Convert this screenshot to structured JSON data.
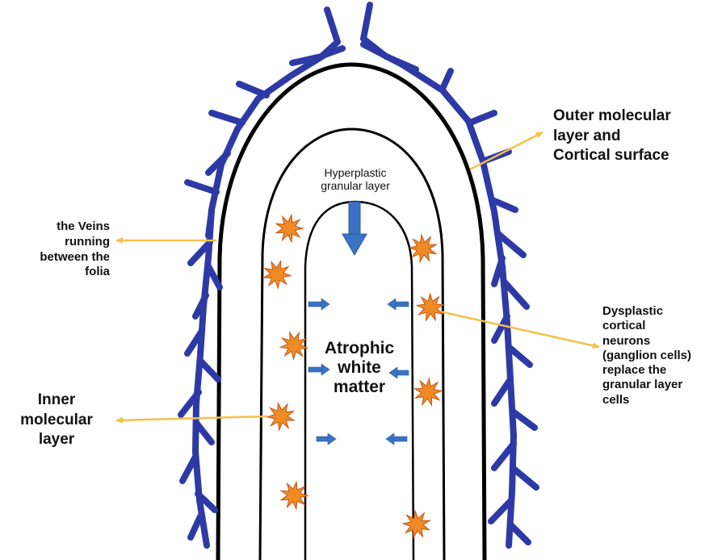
{
  "labels": {
    "outer_molecular": [
      "Outer molecular",
      "layer and",
      "Cortical surface"
    ],
    "veins": [
      "the Veins",
      "running",
      "between the",
      "folia"
    ],
    "hyperplastic": [
      "Hyperplastic",
      "granular layer"
    ],
    "atrophic": [
      "Atrophic",
      "white",
      "matter"
    ],
    "inner_molecular": [
      "Inner",
      "molecular",
      "layer"
    ],
    "dysplastic": [
      "Dysplastic",
      "cortical",
      "neurons",
      "(ganglion cells)",
      "replace the",
      "granular layer",
      "cells"
    ]
  },
  "colors": {
    "vein": "#2d3aa6",
    "arrow_callout": "#f5c04a",
    "arrow_inner": "#3a73c4",
    "neuron": "#f08a24",
    "neuron_edge": "#c2571a",
    "outline": "#000000"
  },
  "icons": {
    "neuron": "starburst-icon",
    "inner_arrow": "arrow-icon"
  }
}
